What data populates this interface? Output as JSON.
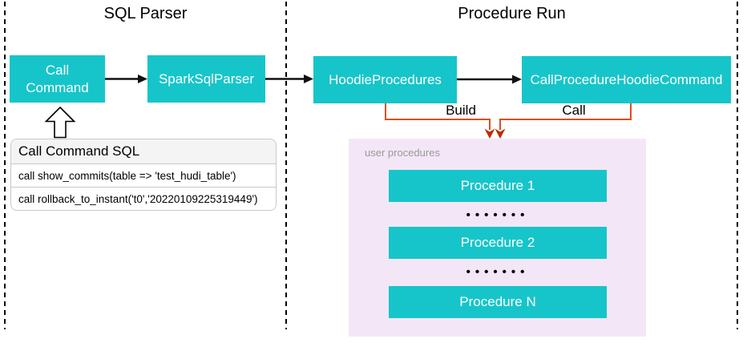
{
  "sections": {
    "sql_parser": {
      "title": "SQL Parser"
    },
    "procedure_run": {
      "title": "Procedure Run"
    }
  },
  "nodes": {
    "call_command": "Call Command",
    "spark_sql_parser": "SparkSqlParser",
    "hoodie_procedures": "HoodieProcedures",
    "call_procedure_hoodie_command": "CallProcedureHoodieCommand"
  },
  "edges": {
    "build_label": "Build",
    "call_label": "Call"
  },
  "sql_table": {
    "header": "Call Command SQL",
    "rows": [
      "call show_commits(table => 'test_hudi_table')",
      "call rollback_to_instant('t0','20220109225319449')"
    ]
  },
  "user_procedures": {
    "label": "user procedures",
    "items": [
      "Procedure 1",
      "Procedure 2",
      "Procedure N"
    ],
    "ellipsis": "•••••••"
  },
  "colors": {
    "node_fill": "#16C5C9",
    "node_text": "#FFFFFF",
    "panel_fill": "#F3E7F7",
    "panel_label_text": "#999999",
    "connector_orange": "#D4511E",
    "arrowhead_red": "#B92D04",
    "flow_arrow_black": "#111111"
  }
}
